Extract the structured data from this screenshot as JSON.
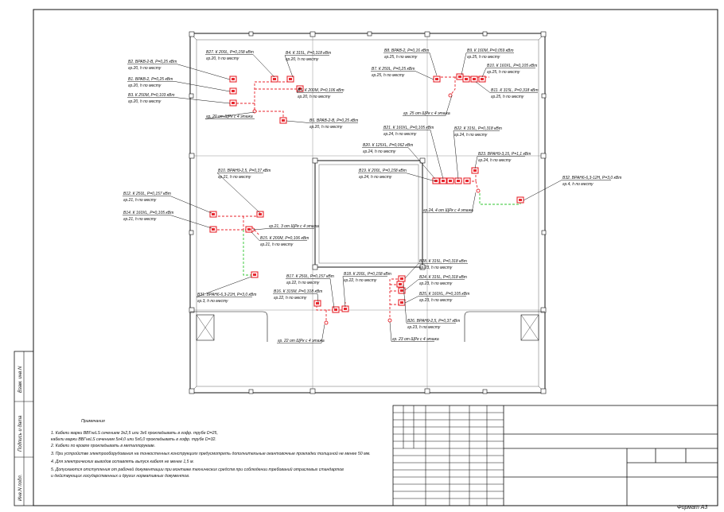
{
  "sheet": {
    "format_label": "Формат А3",
    "side_stamps": [
      "Взам. инв.N",
      "Подпись и дата",
      "Инв.N подл."
    ]
  },
  "colors": {
    "equipment": "#e8262d",
    "cable": "#e8262d",
    "feed": "#2fc62f",
    "plan": "#111111"
  },
  "labels": [
    {
      "id": "b7",
      "lines": [
        "B27. К 200L, P=0,158 кВт",
        "гр.20, h по месту"
      ]
    },
    {
      "id": "b4",
      "lines": [
        "B4. К 315L, P=0,318 кВт",
        "гр.20, h по месту"
      ]
    },
    {
      "id": "b2",
      "lines": [
        "B2. ВРАВ-2-В, P=0,25 кВт",
        "гр.20, h по месту"
      ]
    },
    {
      "id": "b1",
      "lines": [
        "B1. ВРАВ-2, P=0,25 кВт",
        "гр.20, h по месту"
      ]
    },
    {
      "id": "b3",
      "lines": [
        "B3. К 250M, P=0,103 кВт",
        "гр.20, h по месту"
      ]
    },
    {
      "id": "b5",
      "lines": [
        "B5. К 200M, P=0,106 кВт",
        "гр.20, h по месту"
      ]
    },
    {
      "id": "b6",
      "lines": [
        "B6. ВРАВ-2-В, P=0,25 кВт",
        "гр.20, h по месту"
      ]
    },
    {
      "id": "g20",
      "lines": [
        "гр. 20 от ЩРк с 4 этажа"
      ]
    },
    {
      "id": "b8",
      "lines": [
        "B8. ВРАВ-2, P=0,16 кВт",
        "гр.25, h по месту"
      ]
    },
    {
      "id": "b9",
      "lines": [
        "B9. К 160M, P=0,059 кВт",
        "гр.25, h по месту"
      ]
    },
    {
      "id": "b7b",
      "lines": [
        "B7. К 250L, P=0,25 кВт",
        "гр.25, h по месту"
      ]
    },
    {
      "id": "b10",
      "lines": [
        "B10. К 160XL, P=0,105 кВт",
        "гр.25, h по месту"
      ]
    },
    {
      "id": "b11",
      "lines": [
        "B11. К 315L, P=0,318 кВт",
        "гр.25, h по месту"
      ]
    },
    {
      "id": "g25",
      "lines": [
        "гр. 25 от ЩРк с 4 этажа"
      ]
    },
    {
      "id": "b21",
      "lines": [
        "B21. К 160XL, P=0,105 кВт",
        "гр.24, h по месту"
      ]
    },
    {
      "id": "b22",
      "lines": [
        "B22. К 315L, P=0,318 кВт",
        "гр.24, h по месту"
      ]
    },
    {
      "id": "b20",
      "lines": [
        "B20. К 125XL, P=0,062 кВт",
        "гр.24, h по месту"
      ]
    },
    {
      "id": "b23",
      "lines": [
        "B23. ВРАН9-3,15, P=1,1 кВт",
        "гр.24, h по месту"
      ]
    },
    {
      "id": "b19",
      "lines": [
        "B19. К 200L, P=0,158 кВт",
        "гр.24, h по месту"
      ]
    },
    {
      "id": "b32",
      "lines": [
        "B32. ВРАН6-6,3-12Н, P=3,0 кВт",
        "гр.4, h по месту"
      ]
    },
    {
      "id": "g24",
      "lines": [
        "гр.24, 4 от ЩРк с 4 этажа"
      ]
    },
    {
      "id": "b10b",
      "lines": [
        "B10. ВРАН9-2,5, P=0,37 кВт",
        "гр.21, h по месту"
      ]
    },
    {
      "id": "b12",
      "lines": [
        "B12. К 250L, P=0,157 кВт",
        "гр.21, h по месту"
      ]
    },
    {
      "id": "b14",
      "lines": [
        "B14. К 160XL, P=0,105 кВт",
        "гр.21, h по месту"
      ]
    },
    {
      "id": "g21",
      "lines": [
        "гр.21, 3 от ЩРк с 4 этажа"
      ]
    },
    {
      "id": "b15",
      "lines": [
        "B15. К 200M, P=0,106 кВт",
        "гр.21, h по месту"
      ]
    },
    {
      "id": "b31",
      "lines": [
        "B31. ВРАН6-6,3-21Н, P=3,0 кВт",
        "гр.3, h по месту"
      ]
    },
    {
      "id": "b17",
      "lines": [
        "B17. К 250L, P=0,157 кВт",
        "гр.22, h по месту"
      ]
    },
    {
      "id": "b18",
      "lines": [
        "B18. К 200L, P=0,158 кВт",
        "гр.22, h по месту"
      ]
    },
    {
      "id": "b16",
      "lines": [
        "B16. К 315M, P=0,318 кВт",
        "гр.22, h по месту"
      ]
    },
    {
      "id": "g22",
      "lines": [
        "гр. 22 от ЩРк с 4 этажа"
      ]
    },
    {
      "id": "b28",
      "lines": [
        "B28. К 315L, P=0,318 кВт",
        "гр.23, h по месту"
      ]
    },
    {
      "id": "b24",
      "lines": [
        "B24. К 315L, P=0,318 кВт",
        "гр.23, h по месту"
      ]
    },
    {
      "id": "b25",
      "lines": [
        "B25. К 160XL, P=0,105 кВт",
        "гр.23, h по месту"
      ]
    },
    {
      "id": "b26",
      "lines": [
        "B26. ВРАН9-2,5, P=0,37 кВт",
        "гр.23, h по месту"
      ]
    },
    {
      "id": "g23",
      "lines": [
        "гр. 23 от ЩРк с 4 этажа"
      ]
    }
  ],
  "notes": {
    "title": "Примечания",
    "items": [
      "1. Кабели марки ВВГнгLS сечением 3х2,5 или 3х6 прокладывать в гофр. трубе D=25,",
      "кабели марки ВВГнгLS сечением 5х4,0 или 5х6,0 прокладывать в гофр. трубе D=32.",
      "2. Кабели по кровле прокладывать в металлорукаве.",
      "3. При устройстве электрооборудования на тонкостенных конструкциях предусмотреть дополнительные окантовочные прокладки толщиной не менее 50 мм.",
      "4. Для электрических выводов оставлять выпуск кабеля не менее 1,5 м.",
      "5. Допускаются отступления от рабочей документации при монтаже технических средств при соблюдении требований отраслевых стандартов",
      "и действующих государственных и других нормативных документов."
    ]
  }
}
